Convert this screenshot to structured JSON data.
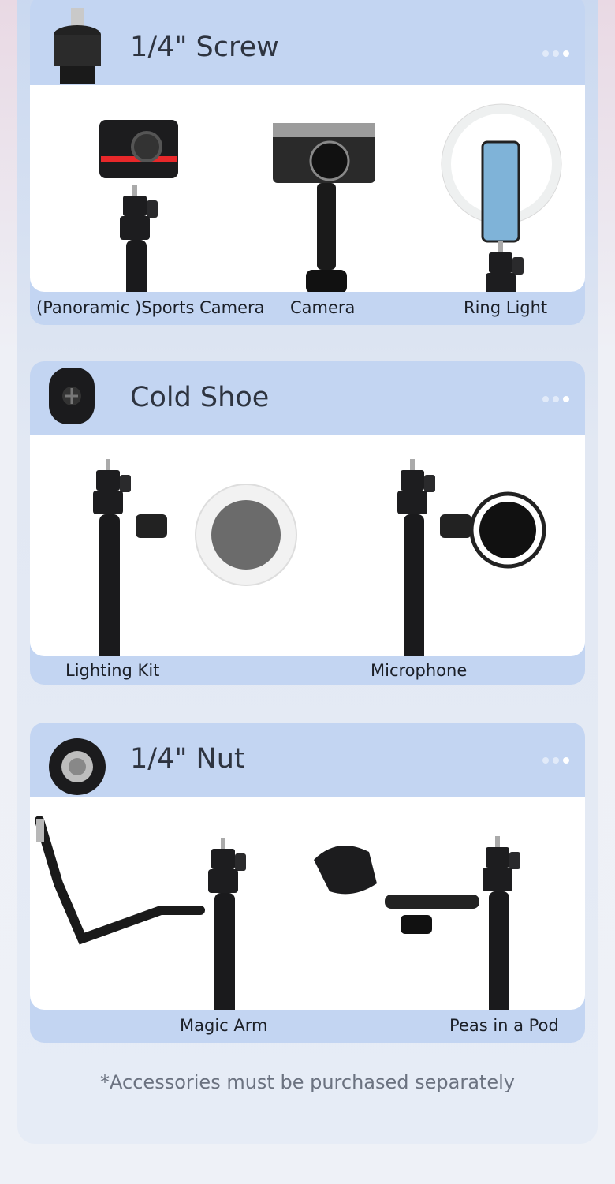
{
  "sections": [
    {
      "title": "1/4\" Screw",
      "items": [
        "(Panoramic )Sports Camera",
        "Camera",
        "Ring Light"
      ]
    },
    {
      "title": "Cold Shoe",
      "items": [
        "Lighting Kit",
        "Microphone"
      ]
    },
    {
      "title": "1/4\" Nut",
      "items": [
        "Magic Arm",
        "Peas in a Pod"
      ]
    }
  ],
  "footnote": "*Accessories must be purchased separately"
}
